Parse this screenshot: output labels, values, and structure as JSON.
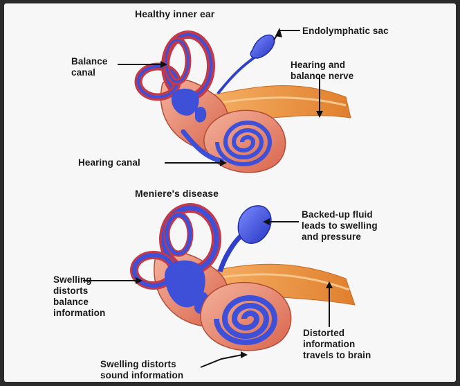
{
  "panels": {
    "healthy": {
      "title": "Healthy inner ear",
      "labels": {
        "balance_canal": "Balance\ncanal",
        "endolymphatic_sac": "Endolymphatic sac",
        "hearing_balance_nerve": "Hearing and\nbalance nerve",
        "hearing_canal": "Hearing canal"
      }
    },
    "meniere": {
      "title": "Meniere's disease",
      "labels": {
        "backed_up_fluid": "Backed-up fluid\nleads to swelling\nand pressure",
        "swelling_balance": "Swelling\ndistorts\nbalance\ninformation",
        "distorted_info": "Distorted\ninformation\ntravels to brain",
        "swelling_sound": "Swelling distorts\nsound information"
      }
    }
  },
  "colors": {
    "background": "#f7f7f7",
    "tissue": "#e8866a",
    "fluid_blue": "#3e4fd8",
    "nerve_orange": "#ef9a45",
    "canal_red": "#c23a4a",
    "leader_line": "#111111"
  }
}
